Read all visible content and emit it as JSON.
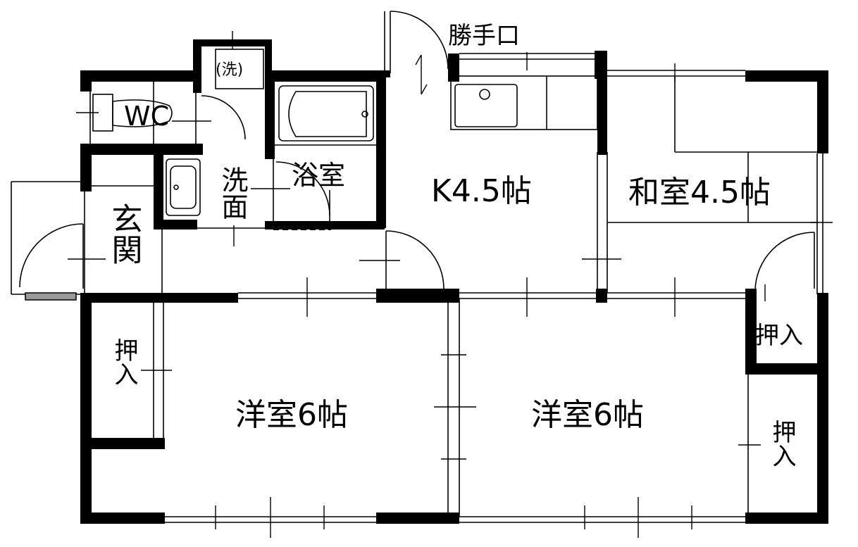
{
  "rooms": {
    "kitchen": "K4.5帖",
    "washitsu": "和室4.5帖",
    "yoshitsu_left": "洋室6帖",
    "yoshitsu_right": "洋室6帖",
    "bath": "浴室",
    "senmen": "洗面",
    "wc": "WC",
    "laundry": "(洗)",
    "entrance": "玄関",
    "oshiire_right_top": "押入",
    "oshiire_right_bottom": "押入",
    "oshiire_left": "押入"
  },
  "labels": {
    "back_door": "勝手口"
  },
  "colors": {
    "wall": "#000000",
    "background": "#ffffff",
    "step": "#999999"
  }
}
